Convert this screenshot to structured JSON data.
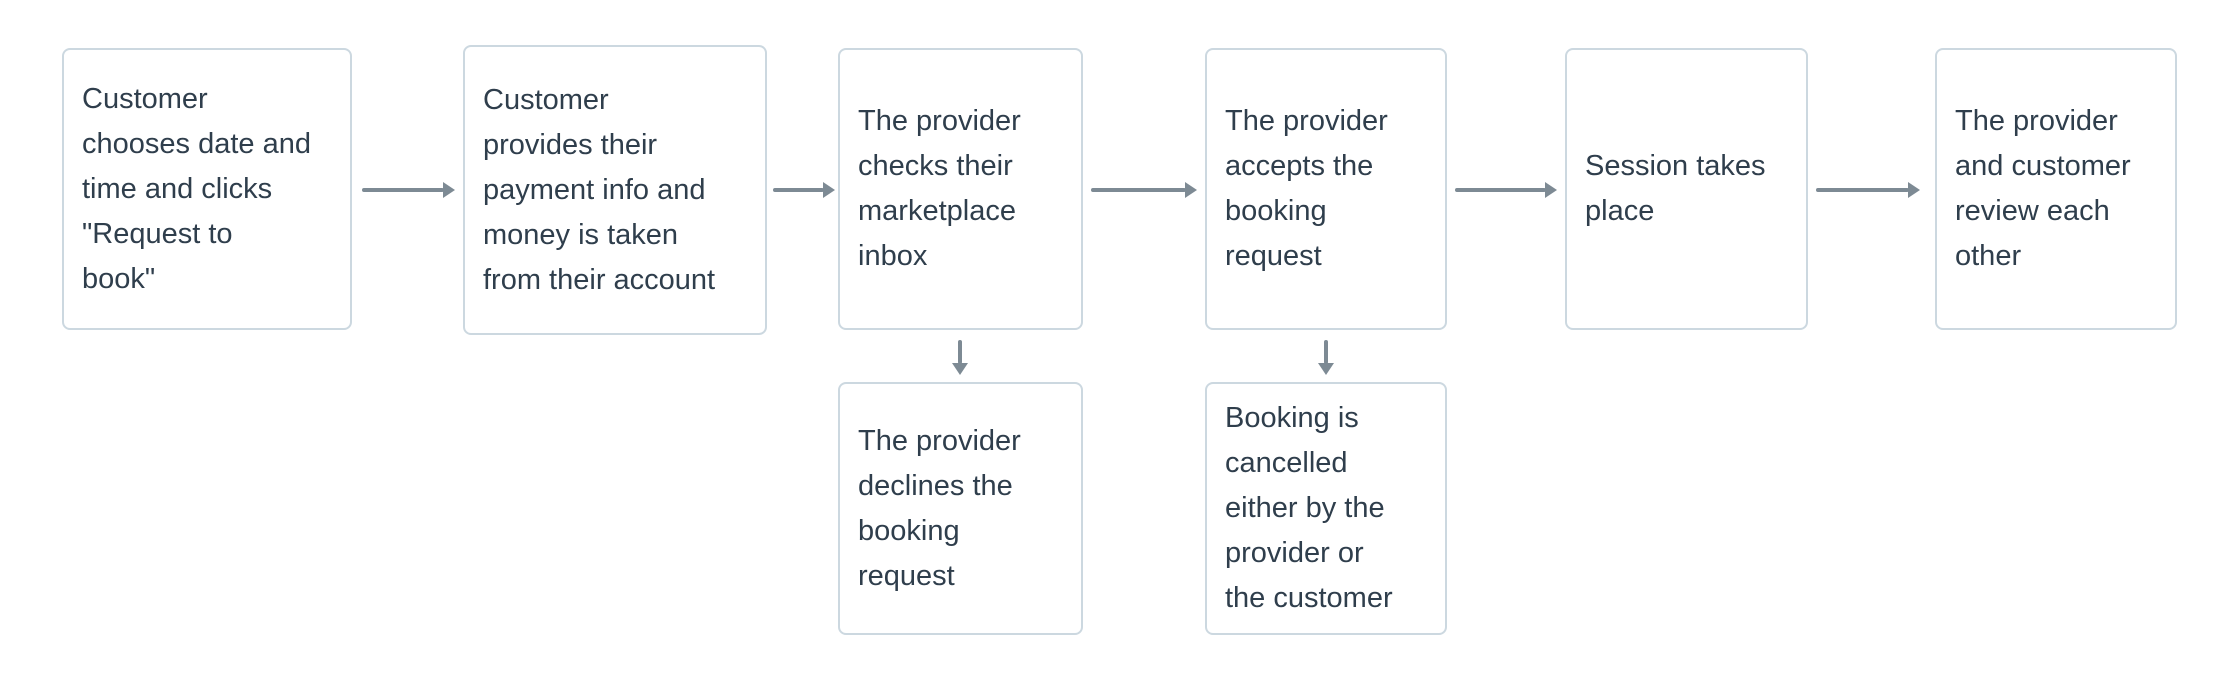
{
  "diagram": {
    "type": "flowchart",
    "colors": {
      "background": "#ffffff",
      "box_border": "#ccd8e0",
      "box_fill": "#ffffff",
      "text": "#2f3e4c",
      "arrow": "#7d8a94"
    },
    "nodes": [
      {
        "id": "choose-date",
        "text": "Customer\nchooses date and\ntime and clicks\n\"Request to\nbook\""
      },
      {
        "id": "payment-info",
        "text": "Customer\nprovides their\npayment info and\nmoney is taken\nfrom their account"
      },
      {
        "id": "check-inbox",
        "text": "The provider\nchecks their\nmarketplace\ninbox"
      },
      {
        "id": "accept-request",
        "text": "The provider\naccepts the\nbooking\nrequest"
      },
      {
        "id": "session",
        "text": "Session takes\nplace"
      },
      {
        "id": "review",
        "text": "The provider\nand customer\nreview each\nother"
      },
      {
        "id": "decline-request",
        "text": "The provider\ndeclines the\nbooking\nrequest"
      },
      {
        "id": "booking-cancelled",
        "text": "Booking is\ncancelled\neither by the\nprovider or\nthe customer"
      }
    ],
    "edges": [
      {
        "from": "choose-date",
        "to": "payment-info",
        "direction": "right"
      },
      {
        "from": "payment-info",
        "to": "check-inbox",
        "direction": "right"
      },
      {
        "from": "check-inbox",
        "to": "accept-request",
        "direction": "right"
      },
      {
        "from": "accept-request",
        "to": "session",
        "direction": "right"
      },
      {
        "from": "session",
        "to": "review",
        "direction": "right"
      },
      {
        "from": "check-inbox",
        "to": "decline-request",
        "direction": "down"
      },
      {
        "from": "accept-request",
        "to": "booking-cancelled",
        "direction": "down"
      }
    ]
  }
}
